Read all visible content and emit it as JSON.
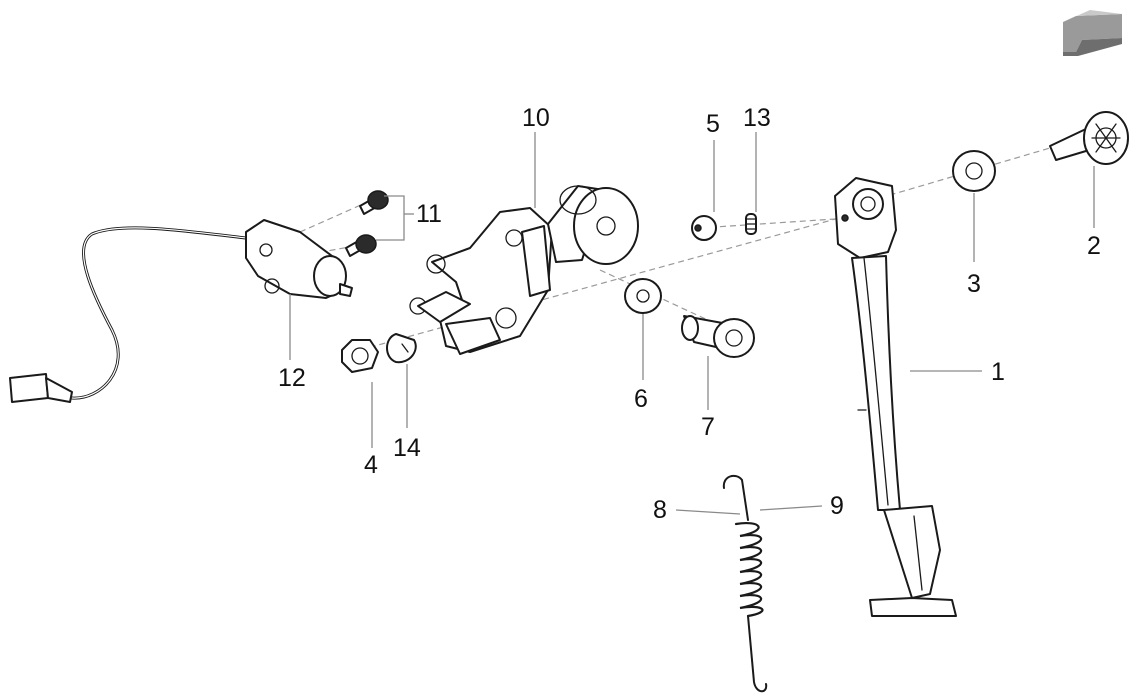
{
  "callouts": {
    "p1": "1",
    "p2": "2",
    "p3": "3",
    "p4": "4",
    "p5": "5",
    "p6": "6",
    "p7": "7",
    "p8": "8",
    "p9": "9",
    "p10": "10",
    "p11": "11",
    "p12": "12",
    "p13": "13",
    "p14": "14"
  }
}
